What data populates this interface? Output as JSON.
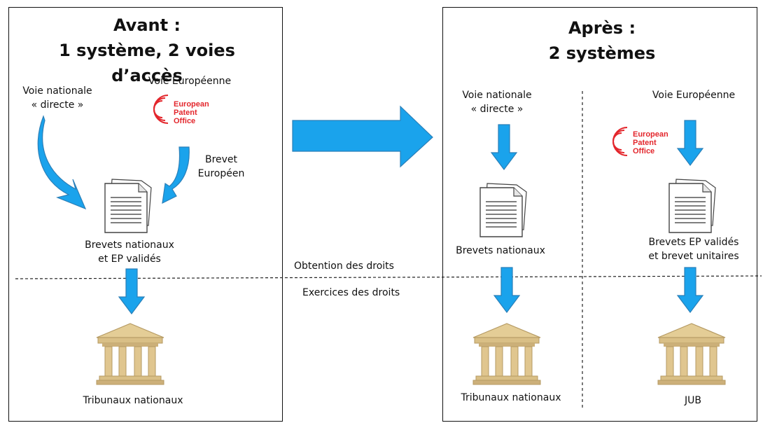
{
  "colors": {
    "arrow_fill": "#1aa3ec",
    "arrow_stroke": "#2a7fb8",
    "epo_red": "#e3262c",
    "building": "#d9bf86",
    "building_dark": "#b59a63"
  },
  "before": {
    "title": "Avant :\n1 système, 2 voies d’accès",
    "national_route": "Voie nationale\n« directe »",
    "european_route": "Voie Européenne",
    "epo_logo": "European\nPatent\nOffice",
    "european_patent": "Brevet\nEuropéen",
    "patents": "Brevets nationaux\net EP validés",
    "courts": "Tribunaux nationaux"
  },
  "middle": {
    "obtaining": "Obtention des droits",
    "exercising": "Exercices  des droits"
  },
  "after": {
    "title": "Après :\n2 systèmes",
    "national_route": "Voie nationale\n« directe »",
    "european_route": "Voie Européenne",
    "epo_logo": "European\nPatent\nOffice",
    "national_patents": "Brevets  nationaux",
    "european_patents": "Brevets  EP validés\net brevet unitaires",
    "national_courts": "Tribunaux nationaux",
    "upc": "JUB"
  },
  "icons": [
    "document-icon",
    "courthouse-icon",
    "epo-logo",
    "down-arrow-icon",
    "curved-arrow-icon",
    "right-arrow-icon"
  ]
}
